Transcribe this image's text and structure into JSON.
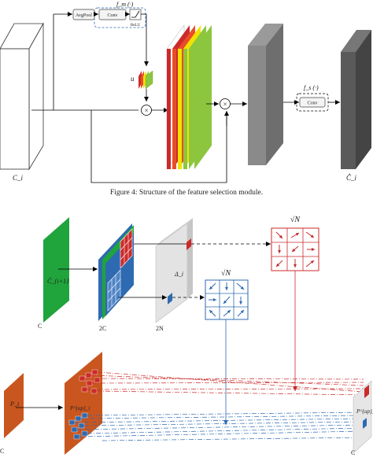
{
  "figure_top": {
    "caption": "Figure 4: Structure of the feature selection module.",
    "labels": {
      "input": "C_i",
      "avgpool": "AvgPool",
      "conv": "Conv",
      "relu": "ReLU",
      "fm": "f_m (·)",
      "u": "u",
      "fs": "f_s (·)",
      "conv2": "Conv",
      "output": "Ĉ_i"
    }
  },
  "figure_bottom": {
    "labels": {
      "c_top": "C",
      "c_hat": "Ĉ_{i+1}",
      "two_c": "2C",
      "two_n": "2N",
      "delta": "Δ_i",
      "sqrt_n_red": "√N",
      "sqrt_n_blue": "√N",
      "p_i": "P_i",
      "c_left": "C",
      "p_up": "P^{up}_i",
      "p_up_right": "P^{up}_i",
      "c_right": "C"
    }
  },
  "colors": {
    "green": "#20a43c",
    "blue": "#2e6ab1",
    "red": "#cc2a2a",
    "orange": "#c9561e",
    "gray_dark": "#555555",
    "gray_mid": "#8a8a8a",
    "yellow": "#f2e200",
    "lime": "#8cc63f"
  }
}
